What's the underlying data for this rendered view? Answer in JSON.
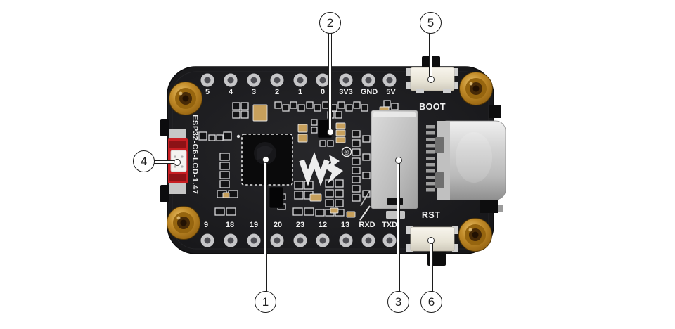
{
  "figure": {
    "type": "annotated hardware product image"
  },
  "board": {
    "silkscreen_title": "ESP32-C6-LCD-1.47",
    "pin_labels_top": [
      "5",
      "4",
      "3",
      "2",
      "1",
      "0",
      "3V3",
      "GND",
      "5V"
    ],
    "pin_labels_bottom": [
      "9",
      "18",
      "19",
      "20",
      "23",
      "12",
      "13",
      "RXD",
      "TXD"
    ],
    "boot_button_label": "BOOT",
    "reset_button_label": "RST",
    "registered_mark": "®",
    "logo_icon": "waveshare-stylized-w"
  },
  "callouts": [
    {
      "number": "1",
      "target": "esp32-c6-chip"
    },
    {
      "number": "2",
      "target": "small-ic"
    },
    {
      "number": "3",
      "target": "lcd-fpc-connector"
    },
    {
      "number": "4",
      "target": "rgb-led-module"
    },
    {
      "number": "5",
      "target": "boot-button"
    },
    {
      "number": "6",
      "target": "reset-button"
    }
  ],
  "colors": {
    "background": "#ffffff",
    "board": "#1d1d20",
    "gold": "#c08a28",
    "silver": "#c9c9c9",
    "red_module": "#c81e23",
    "button_ivory": "#efecdf",
    "silkscreen": "#dcdcdc",
    "annotation": "#1c1c1c"
  }
}
